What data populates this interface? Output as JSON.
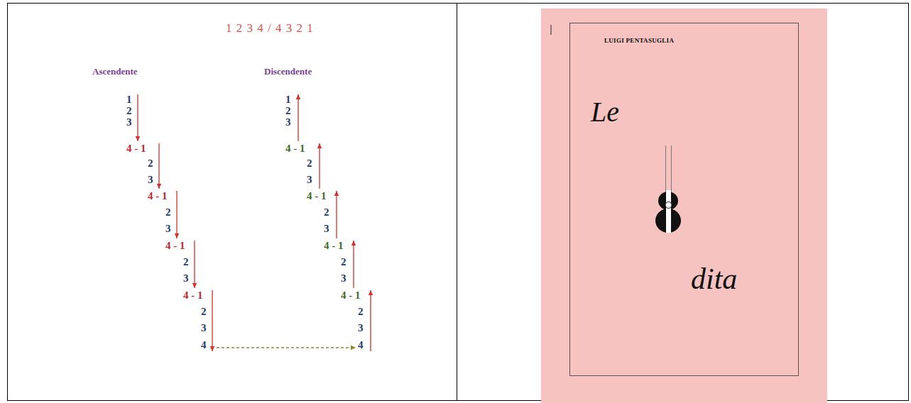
{
  "diagram": {
    "title": "1 2 3 4 / 4 3 2 1",
    "labels": [
      "Ascendente",
      "Discendente",
      "1",
      "2",
      "3",
      "4 - 1",
      "2",
      "3",
      "4 - 1",
      "2",
      "3",
      "4 - 1",
      "2",
      "3",
      "4 - 1",
      "2",
      "3",
      "4",
      "1",
      "2",
      "3",
      "4 - 1",
      "2",
      "3",
      "4 - 1",
      "2",
      "3",
      "4 - 1",
      "2",
      "3",
      "4 - 1",
      "2",
      "3",
      "4",
      "LUIGI PENTASUGLIA",
      "Le",
      "dita"
    ]
  }
}
